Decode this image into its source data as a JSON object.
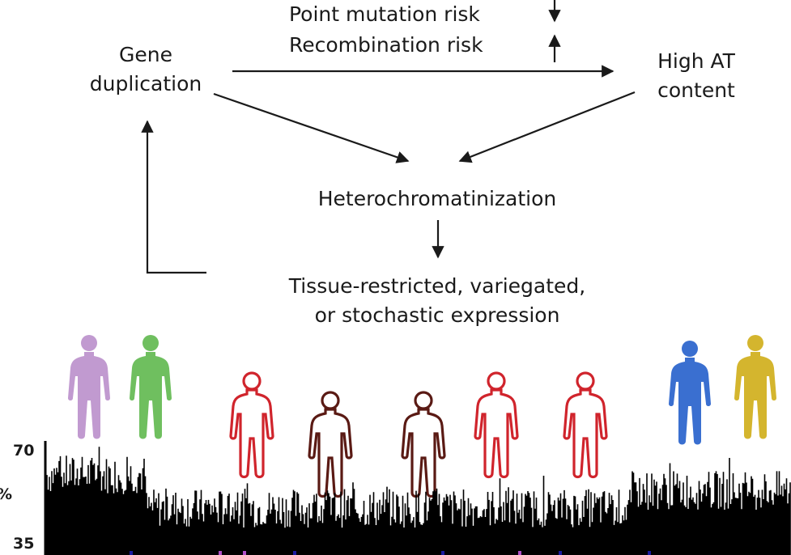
{
  "labels": {
    "point_mutation": "Point mutation risk",
    "recombination": "Recombination risk",
    "gene_dup_line1": "Gene",
    "gene_dup_line2": "duplication",
    "high_at_line1": "High AT",
    "high_at_line2": "content",
    "heterochromatin": "Heterochromatinization",
    "expression_line1": "Tissue-restricted, variegated,",
    "expression_line2": "or stochastic expression"
  },
  "track": {
    "y_max_label": "70",
    "y_min_label": "35",
    "y_unit_label": "%"
  },
  "figures": [
    {
      "name": "figure-purple",
      "color": "#c19ad0",
      "style": "filled"
    },
    {
      "name": "figure-green",
      "color": "#6fbf5f",
      "style": "filled"
    },
    {
      "name": "figure-red-1",
      "color": "#d0242c",
      "style": "outline"
    },
    {
      "name": "figure-darkred-1",
      "color": "#5a1a14",
      "style": "outline"
    },
    {
      "name": "figure-darkred-2",
      "color": "#5a1a14",
      "style": "outline"
    },
    {
      "name": "figure-red-2",
      "color": "#d0242c",
      "style": "outline"
    },
    {
      "name": "figure-red-3",
      "color": "#d0242c",
      "style": "outline"
    },
    {
      "name": "figure-blue",
      "color": "#3a6fd0",
      "style": "filled"
    },
    {
      "name": "figure-gold",
      "color": "#d4b52e",
      "style": "filled"
    }
  ]
}
